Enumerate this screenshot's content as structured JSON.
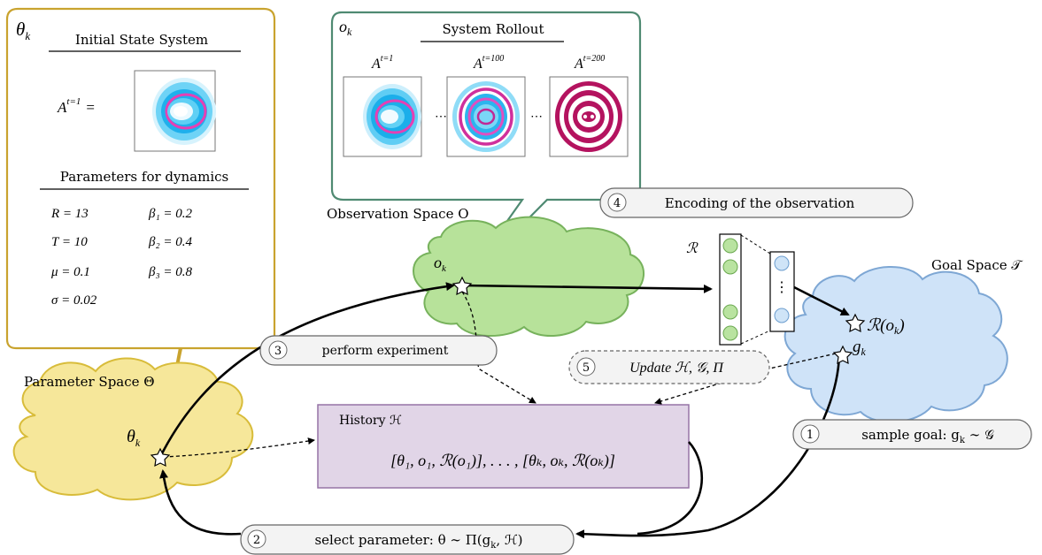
{
  "parameter_panel": {
    "corner_label": "θ",
    "corner_label_sub": "k",
    "initial_state_title": "Initial State System",
    "initial_state_eq_base": "A",
    "initial_state_eq_sup": "t=1",
    "initial_state_eq_rhs": "=",
    "dynamics_title": "Parameters for dynamics",
    "params": [
      {
        "text": "R = 13"
      },
      {
        "text": "β₁ = 0.2"
      },
      {
        "text": "T = 10"
      },
      {
        "text": "β₂ = 0.4"
      },
      {
        "text": "μ = 0.1"
      },
      {
        "text": "β₃ = 0.8"
      },
      {
        "text": "σ = 0.02"
      }
    ]
  },
  "observation_panel": {
    "corner_label": "o",
    "corner_label_sub": "k",
    "title": "System Rollout",
    "frames": [
      {
        "base": "A",
        "sup": "t=1"
      },
      {
        "base": "A",
        "sup": "t=100"
      },
      {
        "base": "A",
        "sup": "t=200"
      }
    ],
    "ellipsis": "⋯"
  },
  "spaces": {
    "parameter_space": "Parameter Space Θ",
    "observation_space": "Observation Space O",
    "goal_space": "Goal Space 𝒯"
  },
  "nodes": {
    "theta_k": "θ",
    "theta_k_sub": "k",
    "o_k": "o",
    "o_k_sub": "k",
    "r_ok": "ℛ(o",
    "r_ok_sub": "k",
    "r_ok_close": ")",
    "g_k": "g",
    "g_k_sub": "k",
    "encoder_label": "ℛ",
    "encoder_dots": "⋮"
  },
  "steps": [
    {
      "num": "1",
      "label": "sample goal: g",
      "label_sub": "k",
      "label_tail": " ∼ 𝒢"
    },
    {
      "num": "2",
      "label": "select parameter: θ ∼ Π(g",
      "label_sub": "k",
      "label_tail": ", ℋ)"
    },
    {
      "num": "3",
      "label": "perform experiment"
    },
    {
      "num": "4",
      "label": "Encoding of the observation"
    },
    {
      "num": "5",
      "label": "Update ℋ, 𝒢, Π"
    }
  ],
  "history": {
    "title": "History ℋ",
    "content": "[θ₁, o₁, ℛ(o₁)], . . . , [θₖ, oₖ, ℛ(oₖ)]"
  },
  "colors": {
    "param_panel_border": "#c9a32e",
    "obs_panel_border": "#4f8a72",
    "param_cloud": "#f6e79a",
    "param_cloud_stroke": "#d8bc3a",
    "obs_cloud": "#b7e29a",
    "obs_cloud_stroke": "#77b25c",
    "goal_cloud": "#cfe3f8",
    "goal_cloud_stroke": "#7ea7d4",
    "history_fill": "#e1d5e7",
    "history_stroke": "#9673a6",
    "encoder_green": "#b9e3a0",
    "encoder_blue": "#cfe4f7"
  }
}
